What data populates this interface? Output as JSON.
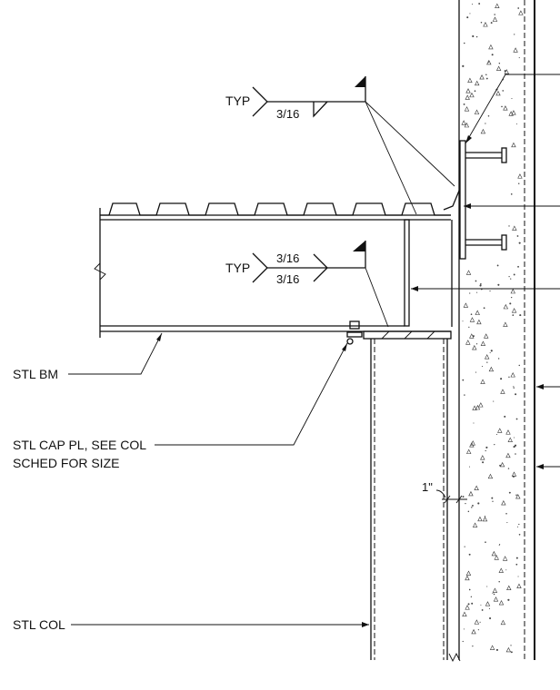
{
  "labels": {
    "typ_top": "TYP",
    "weld_top_size": "3/16",
    "typ_mid": "TYP",
    "weld_mid_size_upper": "3/16",
    "weld_mid_size_lower": "3/16",
    "stl_bm": "STL BM",
    "stl_cap_pl_line1": "STL CAP PL, SEE COL",
    "stl_cap_pl_line2": "SCHED FOR SIZE",
    "dim_gap": "1\"",
    "stl_col": "STL COL"
  }
}
